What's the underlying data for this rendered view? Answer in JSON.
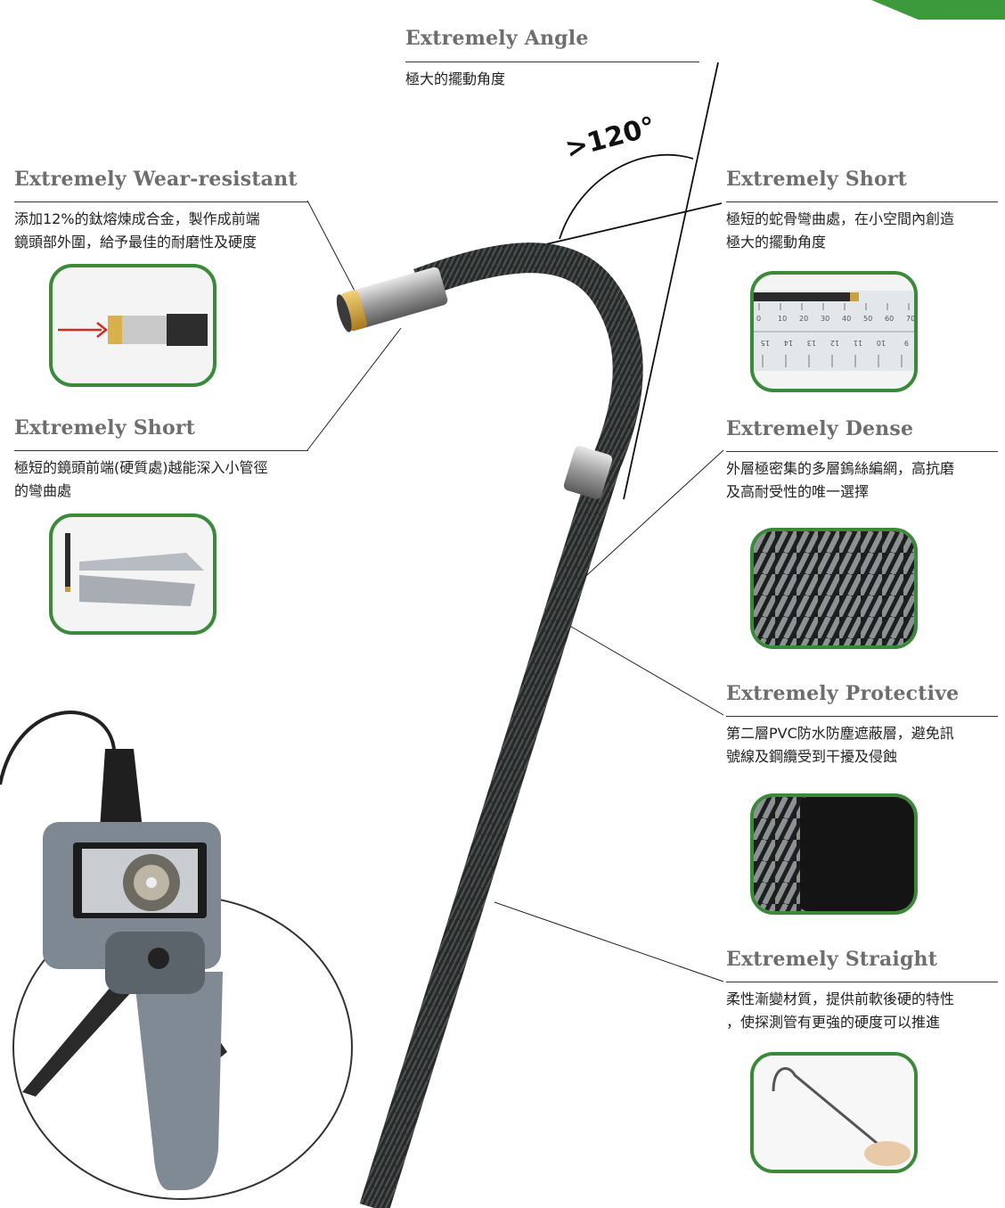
{
  "angle": {
    "heading": "Extremely Angle",
    "desc": "極大的擺動角度",
    "degree_label": ">120°"
  },
  "features_left": [
    {
      "heading": "Extremely Wear-resistant",
      "desc_lines": [
        "添加12%的鈦熔煉成合金，製作成前端",
        "鏡頭部外圍，給予最佳的耐磨性及硬度"
      ]
    },
    {
      "heading": "Extremely Short",
      "desc_lines": [
        "極短的鏡頭前端(硬質處)越能深入小管徑",
        "的彎曲處"
      ]
    }
  ],
  "features_right": [
    {
      "heading": "Extremely Short",
      "desc_lines": [
        "極短的蛇骨彎曲處，在小空間內創造",
        "極大的擺動角度"
      ]
    },
    {
      "heading": "Extremely Dense",
      "desc_lines": [
        "外層極密集的多層鎢絲編網，高抗磨",
        "及高耐受性的唯一選擇"
      ]
    },
    {
      "heading": "Extremely Protective",
      "desc_lines": [
        "第二層PVC防水防塵遮蔽層，避免訊",
        "號線及鋼纜受到干擾及侵蝕"
      ]
    },
    {
      "heading": "Extremely Straight",
      "desc_lines": [
        "柔性漸變材質，提供前軟後硬的特性",
        "，使探測管有更強的硬度可以推進"
      ]
    }
  ],
  "ruler_ticks": [
    "0",
    "10",
    "20",
    "30",
    "40",
    "50",
    "60",
    "70"
  ],
  "ruler_ticks_inverted": [
    "15",
    "14",
    "13",
    "12",
    "11",
    "10",
    "9"
  ],
  "colors": {
    "frame_green": "#3a8a3a",
    "corner_green": "#3c9a3c",
    "heading_gray": "#6e6e6e",
    "arrow_red": "#d42a1f"
  }
}
